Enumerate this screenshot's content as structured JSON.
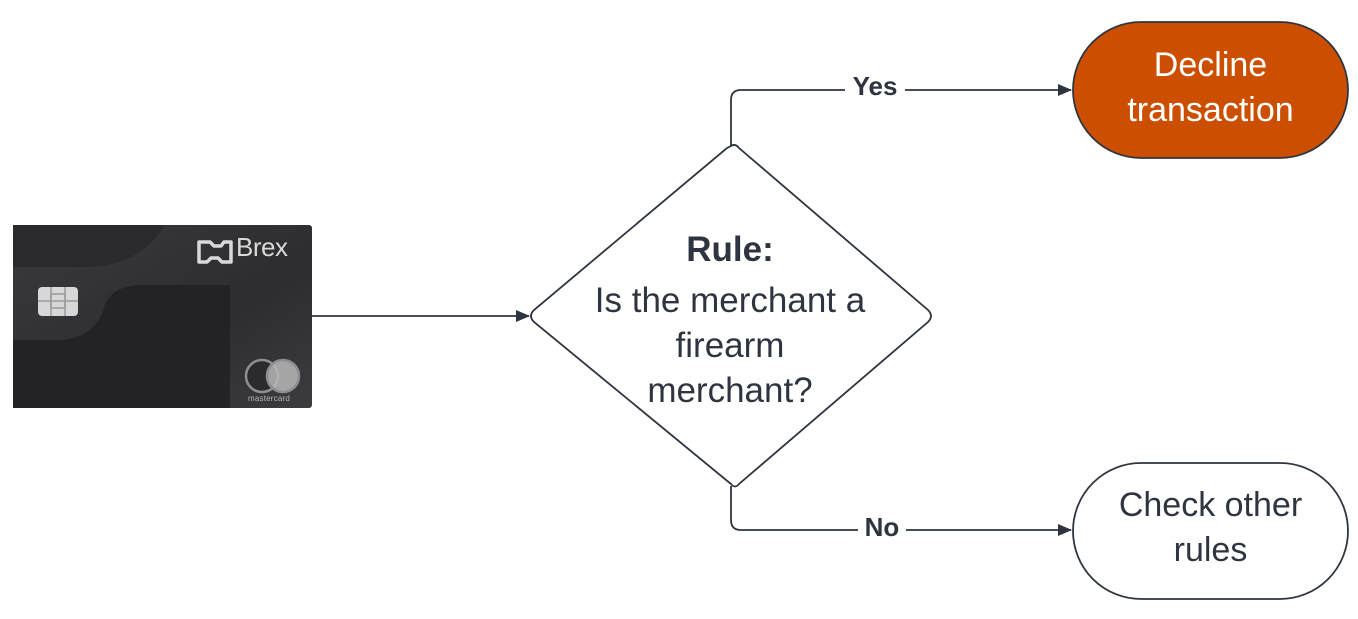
{
  "card": {
    "brand": "Brex",
    "network": "mastercard"
  },
  "decision": {
    "title": "Rule:",
    "question": [
      "Is the merchant a",
      "firearm",
      "merchant?"
    ]
  },
  "branches": {
    "yes_label": "Yes",
    "no_label": "No"
  },
  "outcomes": {
    "decline": [
      "Decline",
      "transaction"
    ],
    "check": [
      "Check other",
      "rules"
    ]
  },
  "colors": {
    "decline_fill": "#cc4f00",
    "stroke": "#2f3540",
    "card_dark": "#2b2b2d"
  }
}
